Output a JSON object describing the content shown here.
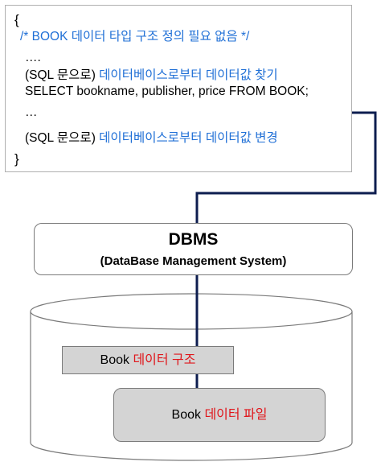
{
  "code_block": {
    "open_brace": "{",
    "comment": "/* BOOK 데이터 타입 구조 정의 필요 없음 */",
    "ellipsis_1": "….",
    "query_prefix": "(SQL 문으로)",
    "query_desc": "데이터베이스로부터 데이터값 찾기",
    "select_statement": "SELECT bookname, publisher, price FROM BOOK;",
    "ellipsis_2": "…",
    "update_prefix": "(SQL 문으로)",
    "update_desc": "데이터베이스로부터 데이터값 변경",
    "close_brace": "}"
  },
  "dbms": {
    "title": "DBMS",
    "subtitle": "(DataBase Management System)"
  },
  "database": {
    "structure_prefix": "Book",
    "structure_label": "데이터 구조",
    "file_prefix": "Book",
    "file_label": "데이터 파일"
  },
  "colors": {
    "highlight_blue": "#1f6fd6",
    "highlight_red": "#e0161b",
    "connector": "#0d1d4f",
    "box_fill": "#d4d4d4"
  }
}
